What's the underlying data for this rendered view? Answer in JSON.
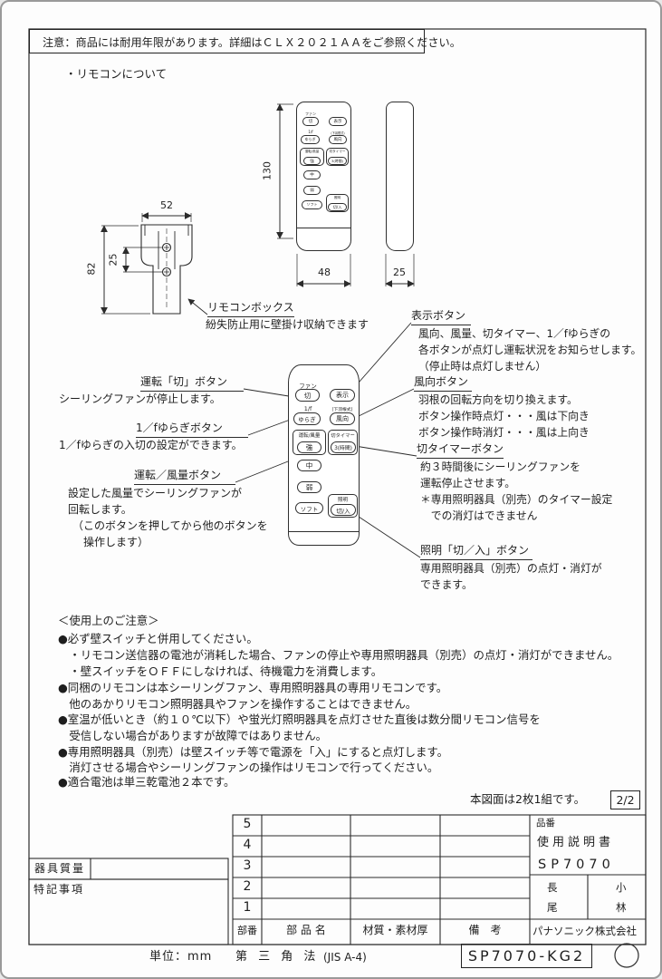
{
  "page": {
    "warning_text": "注意：商品には耐用年限があります。詳細はＣＬＸ２０２１ＡＡをご参照ください。",
    "section_title": "・リモコンについて",
    "sheet_note": "本図面は2枚1組です。",
    "sheet_no": "2/2",
    "unit_label": "単位：mm",
    "projection_label": "第 三 角 法",
    "jis_label": "(JIS A-4)",
    "doc_code": "SP7070-KG2"
  },
  "dims": {
    "box_w": "52",
    "box_h": "82",
    "hole_pitch": "25",
    "remote_h": "130",
    "remote_w": "48",
    "remote_d": "25"
  },
  "box_callout": {
    "title": "リモコンボックス",
    "desc": "紛失防止用に壁掛け収納できます"
  },
  "remote": {
    "fan_label": "ファン",
    "off_btn": "切",
    "display_btn": "表示",
    "f_label": "1/f",
    "yuragi_btn": "ゆらぎ",
    "blade_label": "(下羽根式)",
    "direction_btn": "風向",
    "run_label": "運転/風量",
    "strong_btn": "強",
    "timer_label": "切タイマー",
    "timer_btn": "3(時間)",
    "mid_btn": "中",
    "weak_btn": "弱",
    "soft_btn": "ソフト",
    "light_label": "照明",
    "light_btn": "切/入"
  },
  "callouts_left": [
    {
      "title": "運転「切」ボタン",
      "lines": [
        "シーリングファンが停止します。"
      ]
    },
    {
      "title": "1／fゆらぎボタン",
      "lines": [
        "1／fゆらぎの入切の設定ができます。"
      ]
    },
    {
      "title": "運転／風量ボタン",
      "lines": [
        "設定した風量でシーリングファンが",
        "回転します。",
        "（このボタンを押してから他のボタンを",
        "　操作します）"
      ]
    }
  ],
  "callouts_right": [
    {
      "title": "表示ボタン",
      "lines": [
        "風向、風量、切タイマー、1／fゆらぎの",
        "各ボタンが点灯し運転状況をお知らせします。",
        "（停止時は点灯しません）"
      ]
    },
    {
      "title": "風向ボタン",
      "lines": [
        "羽根の回転方向を切り換えます。",
        "ボタン操作時点灯・・・風は下向き",
        "ボタン操作時消灯・・・風は上向き"
      ]
    },
    {
      "title": "切タイマーボタン",
      "lines": [
        "約３時間後にシーリングファンを",
        "運転停止させます。",
        "＊専用照明器具（別売）のタイマー設定",
        "　での消灯はできません"
      ]
    },
    {
      "title": "照明「切／入」ボタン",
      "lines": [
        "専用照明器具（別売）の点灯・消灯が",
        "できます。"
      ]
    }
  ],
  "notes": {
    "heading": "＜使用上のご注意＞",
    "lines": [
      "●必ず壁スイッチと併用してください。",
      "　・リモコン送信器の電池が消耗した場合、ファンの停止や専用照明器具（別売）の点灯・消灯ができません。",
      "　・壁スイッチをＯＦＦにしなければ、待機電力を消費します。",
      "●同梱のリモコンは本シーリングファン、専用照明器具の専用リモコンです。",
      "　他のあかりリモコン照明器具やファンを操作することはできません。",
      "●室温が低いとき（約１０℃以下）や蛍光灯照明器具を点灯させた直後は数分間リモコン信号を",
      "　受信しない場合がありますが故障ではありません。",
      "●専用照明器具（別売）は壁スイッチ等で電源を「入」にすると点灯します。",
      "　消灯させる場合やシーリングファンの操作はリモコンで行ってください。",
      "●適合電池は単三乾電池２本です。"
    ]
  },
  "title_block": {
    "row_numbers": [
      "5",
      "4",
      "3",
      "2",
      "1"
    ],
    "col_part_no": "部番",
    "col_part_name": "部 品 名",
    "col_material": "材質・素材厚",
    "col_remarks": "備　考",
    "hinban_label": "品番",
    "doc_type": "使用説明書",
    "model": "SP7070",
    "approver_left": "長尾",
    "approver_right": "小林",
    "company": "パナソニック株式会社",
    "weight_label": "器具質量",
    "special_label": "特記事項"
  }
}
